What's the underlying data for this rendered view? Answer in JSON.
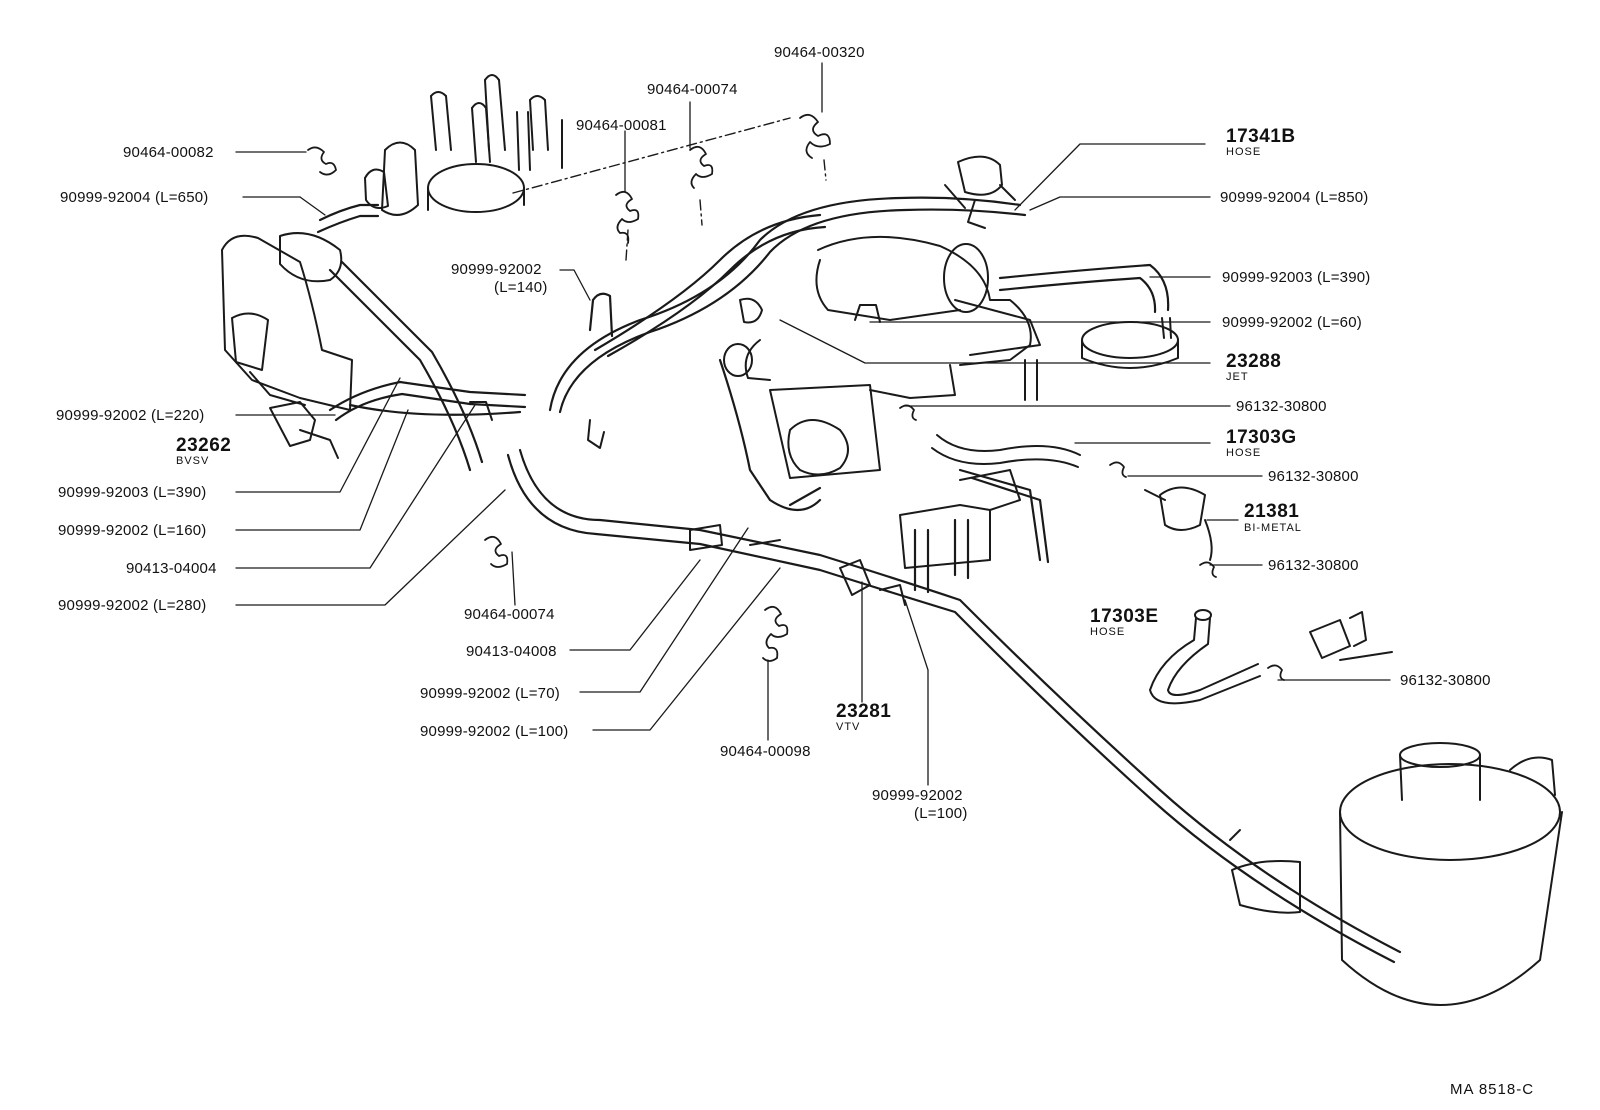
{
  "diagram": {
    "labels": {
      "p90464_00320": "90464-00320",
      "p90464_00074_top": "90464-00074",
      "p90464_00081": "90464-00081",
      "p90464_00082": "90464-00082",
      "p90999_92004_650": "90999-92004 (L=650)",
      "p90999_92002_140_a": "90999-92002",
      "p90999_92002_140_b": "(L=140)",
      "p17341b": "17341B",
      "p17341b_sub": "HOSE",
      "p90999_92004_850": "90999-92004 (L=850)",
      "p90999_92003_390_r": "90999-92003 (L=390)",
      "p90999_92002_60": "90999-92002 (L=60)",
      "p23288": "23288",
      "p23288_sub": "JET",
      "p96132_30800_a": "96132-30800",
      "p17303g": "17303G",
      "p17303g_sub": "HOSE",
      "p96132_30800_b": "96132-30800",
      "p21381": "21381",
      "p21381_sub": "BI-METAL",
      "p96132_30800_c": "96132-30800",
      "p17303e": "17303E",
      "p17303e_sub": "HOSE",
      "p96132_30800_d": "96132-30800",
      "p90999_92002_220": "90999-92002 (L=220)",
      "p23262": "23262",
      "p23262_sub": "BVSV",
      "p90999_92003_390_l": "90999-92003 (L=390)",
      "p90999_92002_160": "90999-92002 (L=160)",
      "p90413_04004": "90413-04004",
      "p90999_92002_280": "90999-92002 (L=280)",
      "p90464_00074_bot": "90464-00074",
      "p90413_04008": "90413-04008",
      "p90999_92002_70": "90999-92002 (L=70)",
      "p90999_92002_100_l": "90999-92002 (L=100)",
      "p90464_00098": "90464-00098",
      "p23281": "23281",
      "p23281_sub": "VTV",
      "p90999_92002_100_b_a": "90999-92002",
      "p90999_92002_100_b_b": "(L=100)"
    },
    "ref_code": "MA  8518-C"
  }
}
